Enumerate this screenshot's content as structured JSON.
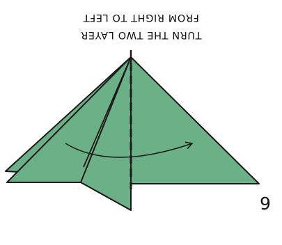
{
  "instruction": {
    "line1": "TURN THE TWO LAYER",
    "line2": "FROM RIGHT TO LEFT"
  },
  "step_number": "9",
  "colors": {
    "paper_fill": "#6bb086",
    "outline": "#1a1a1a"
  },
  "icons": {
    "fold_arrow": "curved-arrow-right",
    "fold_line": "dashed-valley-line"
  }
}
